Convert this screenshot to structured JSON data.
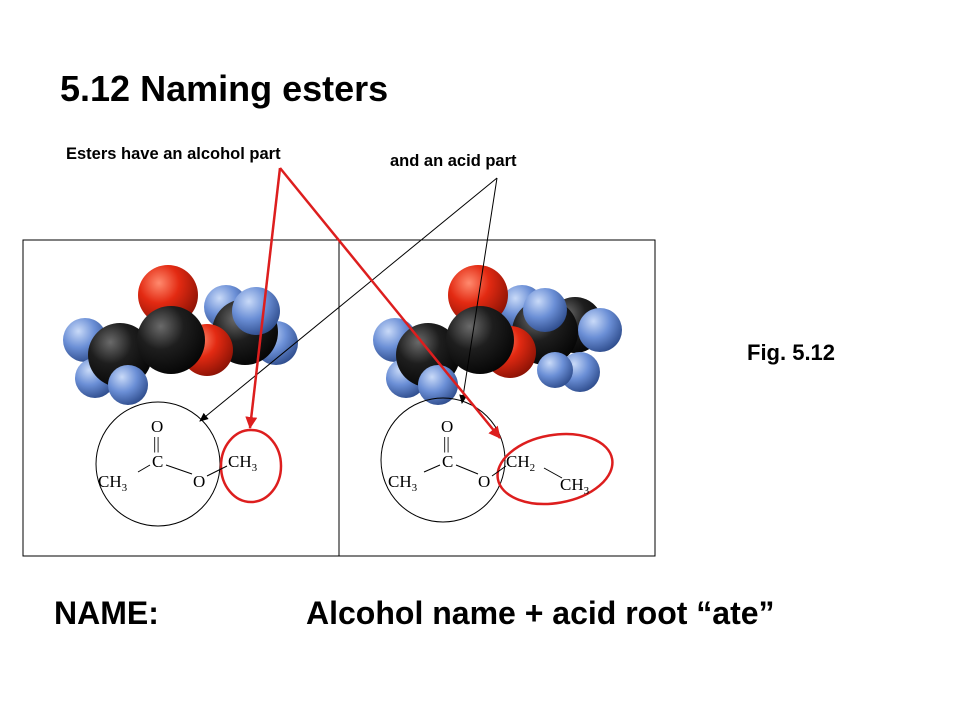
{
  "slide": {
    "title": "5.12 Naming esters",
    "note_alcohol": "Esters have an alcohol part",
    "note_acid": "and an acid part",
    "figure_label": "Fig. 5.12",
    "name_label": "NAME:",
    "name_rule": "Alcohol name + acid root “ate”"
  },
  "structures": {
    "left": {
      "carbonyl_o": "O",
      "double_bond": "||",
      "carbon": "C",
      "acid_ch3": "CH",
      "acid_ch3_sub": "3",
      "ester_o": "O",
      "alcohol_ch3": "CH",
      "alcohol_ch3_sub": "3"
    },
    "right": {
      "carbonyl_o": "O",
      "double_bond": "||",
      "carbon": "C",
      "acid_ch3": "CH",
      "acid_ch3_sub": "3",
      "ester_o": "O",
      "alcohol_ch2": "CH",
      "alcohol_ch2_sub": "2",
      "alcohol_ch3": "CH",
      "alcohol_ch3_sub": "3"
    }
  },
  "colors": {
    "oxygen_atom": "#e32a12",
    "carbon_atom": "#1e1e1e",
    "hydrogen_atom": "#6b8fd6",
    "highlight": "#dd1e1e",
    "pointer": "#000000"
  }
}
